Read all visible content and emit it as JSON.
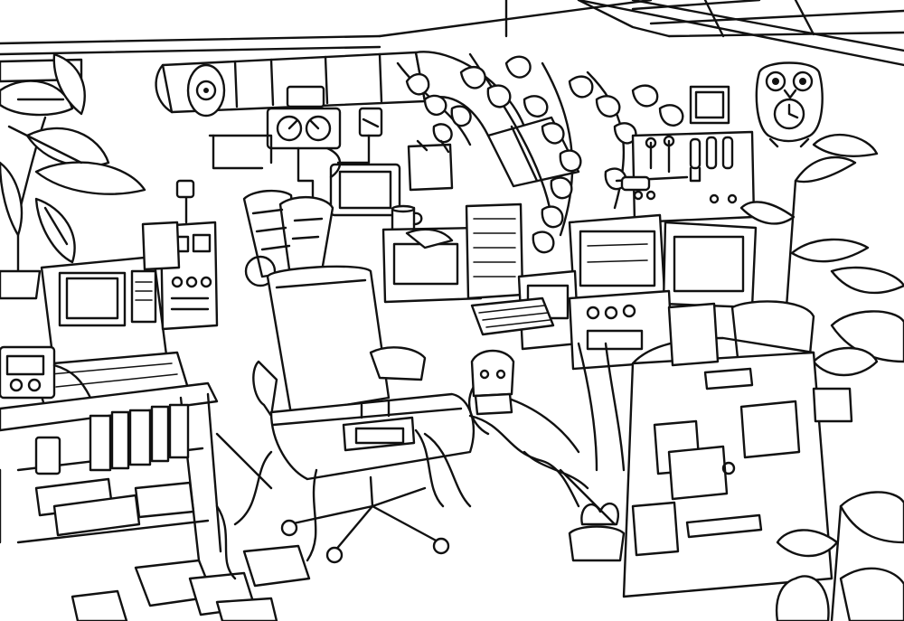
{
  "scene": {
    "kind": "line-art coloring page",
    "background_color": "#ffffff",
    "ink_color": "#111111",
    "objects": [
      "ceiling-duct",
      "skylight",
      "hanging-ivy",
      "owl-clock",
      "tool-pegboard",
      "wall-gauges",
      "wall-monitor",
      "sticky-note",
      "coffee-mug",
      "left-retro-computer",
      "bookshelf",
      "office-chair",
      "right-computer-console",
      "keyboard",
      "cabinet-with-notes",
      "potted-plants",
      "floor-papers",
      "cables"
    ]
  }
}
